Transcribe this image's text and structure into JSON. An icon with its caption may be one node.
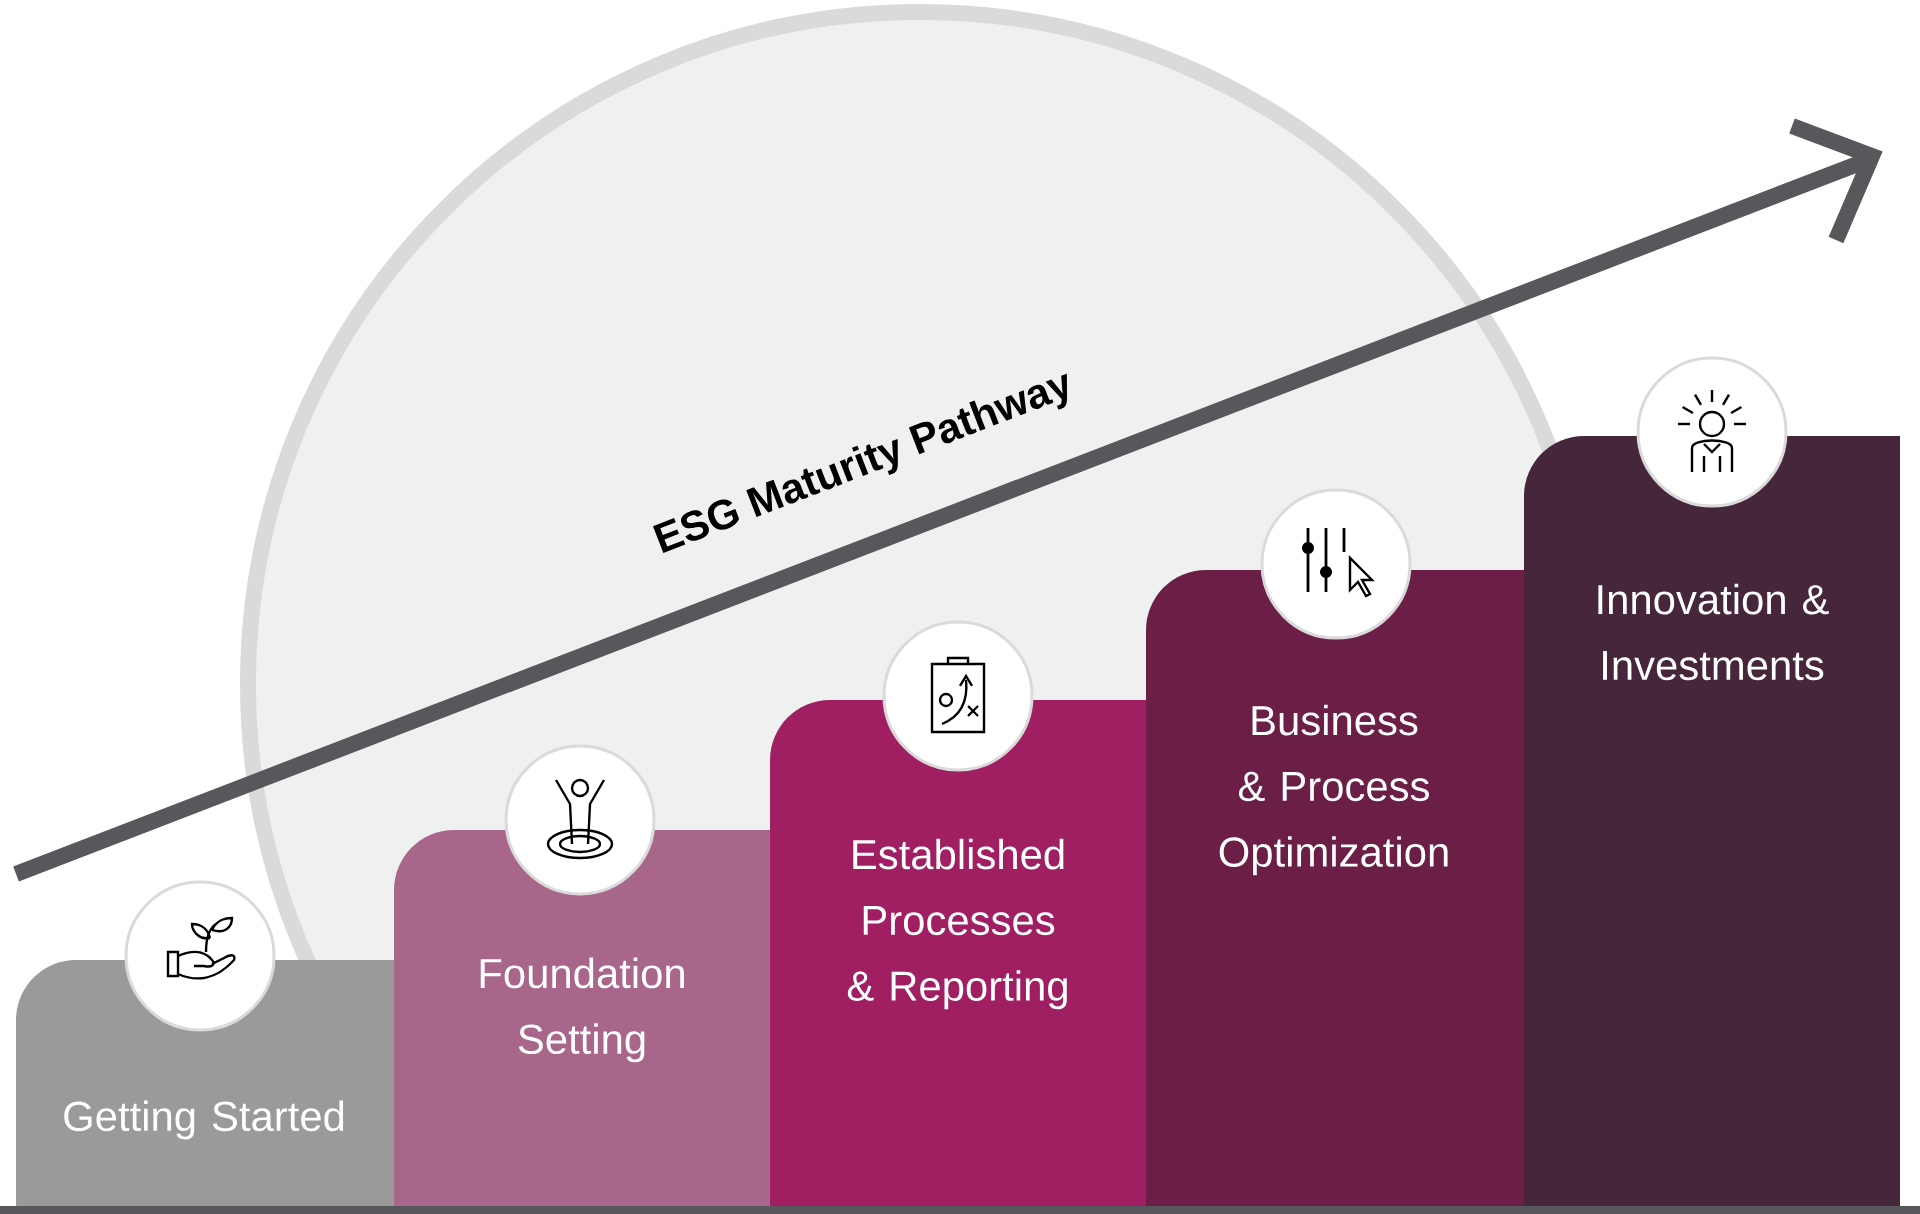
{
  "diagram": {
    "nodes": [
      {
        "text": [
          "Getting Started"
        ]
      },
      {
        "text": [
          "Foundation Setting"
        ]
      },
      {
        "text": [
          "Established Processes & Reporting"
        ]
      },
      {
        "text": [
          "Business & Process Optimization"
        ]
      },
      {
        "text": [
          "Innovation & Investments"
        ]
      }
    ],
    "labels": [
      "ESG Maturity Pathway"
    ]
  }
}
